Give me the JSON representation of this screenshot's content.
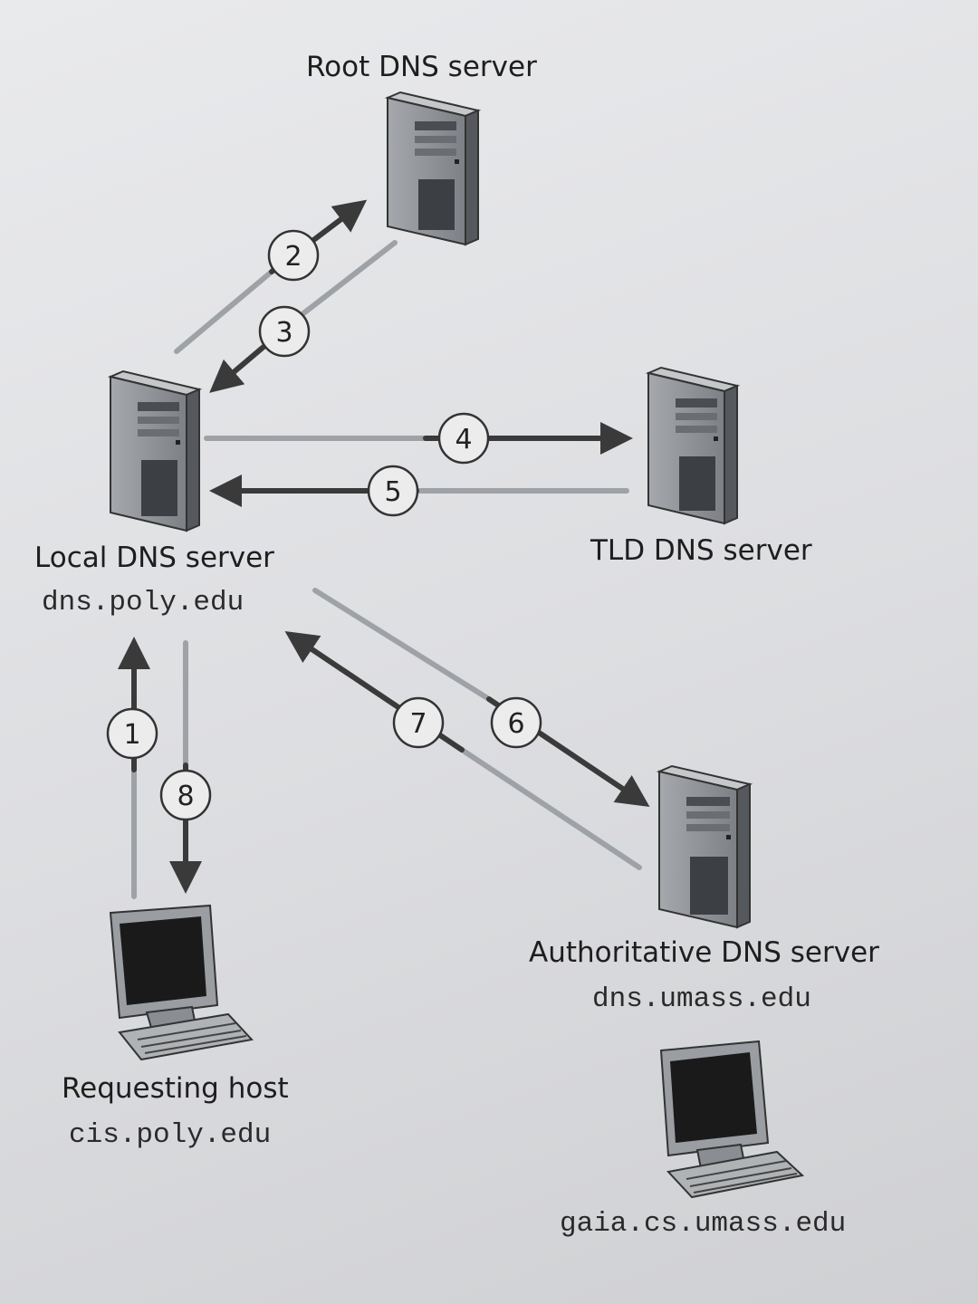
{
  "nodes": {
    "root": {
      "label": "Root DNS server"
    },
    "local": {
      "label": "Local DNS server",
      "hostname": "dns.poly.edu"
    },
    "tld": {
      "label": "TLD DNS server"
    },
    "authoritative": {
      "label": "Authoritative DNS server",
      "hostname": "dns.umass.edu"
    },
    "requesting": {
      "label": "Requesting host",
      "hostname": "cis.poly.edu"
    },
    "target": {
      "hostname": "gaia.cs.umass.edu"
    }
  },
  "steps": [
    "1",
    "2",
    "3",
    "4",
    "5",
    "6",
    "7",
    "8"
  ],
  "colors": {
    "arrow_dark": "#3a3a3a",
    "arrow_light": "#9ea2a6",
    "server_front": "#8c8f93",
    "server_side": "#5e6166",
    "screen": "#1a1a1a"
  }
}
